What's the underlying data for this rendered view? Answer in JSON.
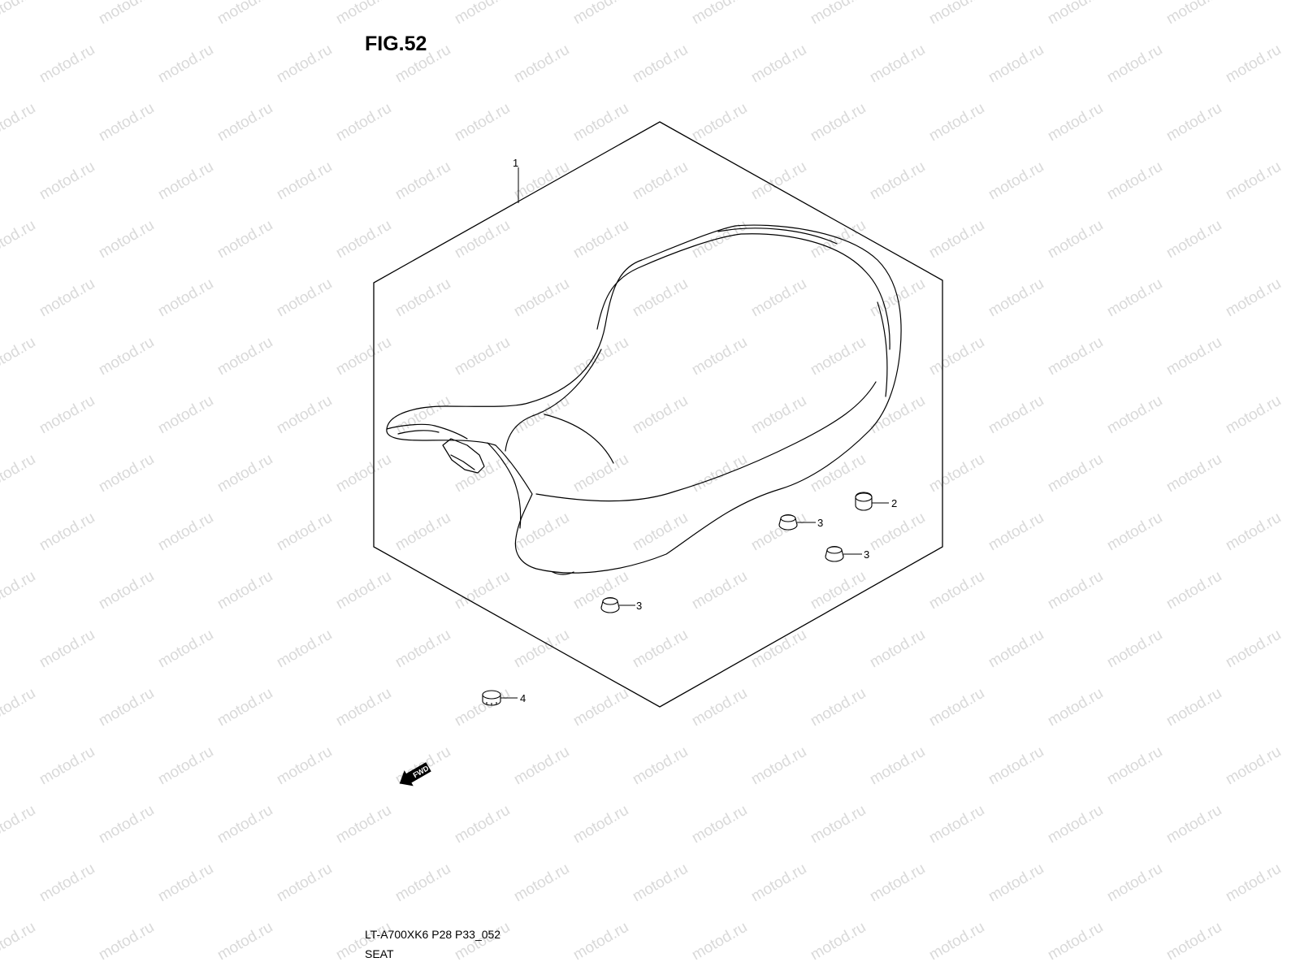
{
  "figure": {
    "title": "FIG.52",
    "code": "LT-A700XK6 P28 P33_052",
    "name": "SEAT"
  },
  "watermark": {
    "text": "motod.ru",
    "color": "#d9d9d9"
  },
  "callouts": [
    {
      "number": "1",
      "part": "seat"
    },
    {
      "number": "2",
      "part": "cushion"
    },
    {
      "number": "3",
      "part": "cushion"
    },
    {
      "number": "3",
      "part": "cushion"
    },
    {
      "number": "3",
      "part": "cushion"
    },
    {
      "number": "4",
      "part": "cap"
    }
  ],
  "forward_arrow": {
    "label": "FWD"
  },
  "colors": {
    "line": "#000000",
    "background": "#ffffff"
  }
}
